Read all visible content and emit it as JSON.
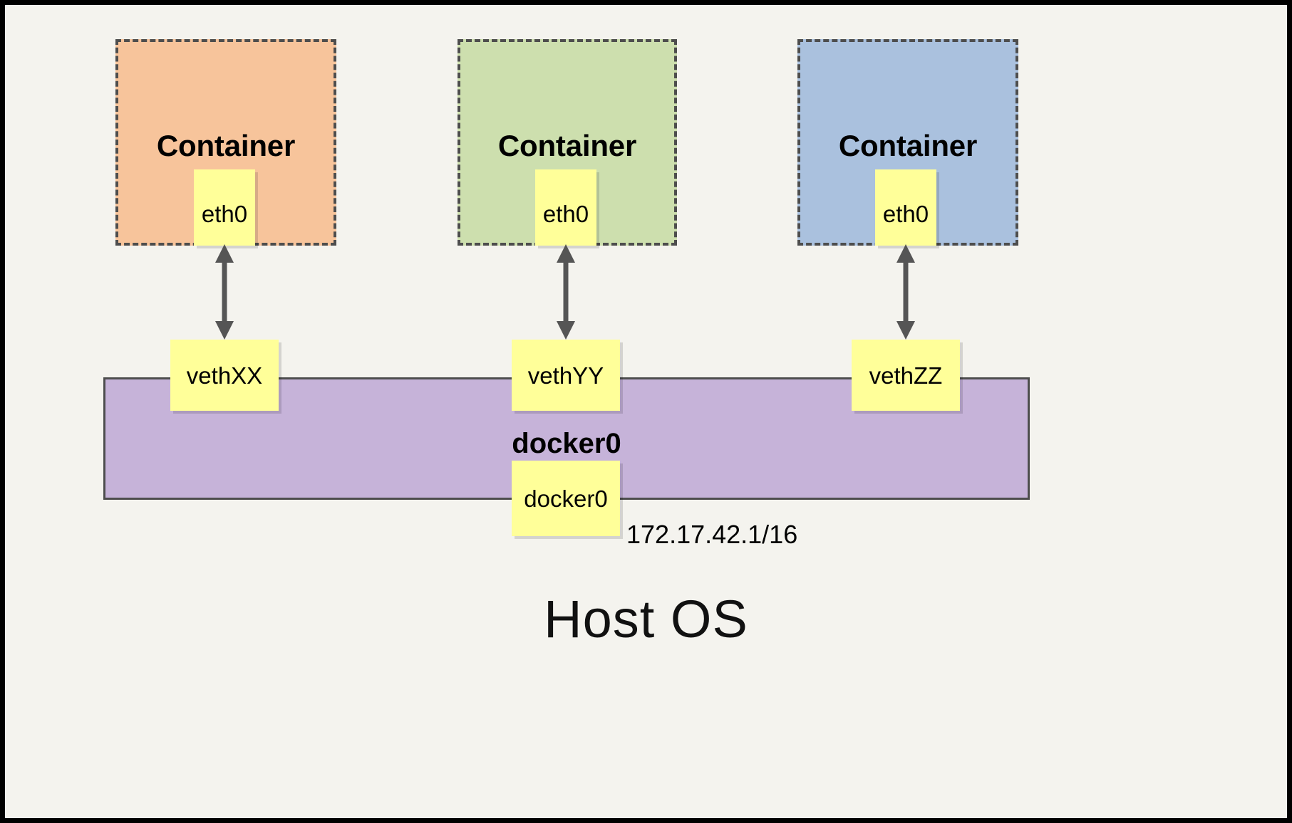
{
  "diagram": {
    "title_text": "Host OS",
    "background_color": "#f4f3ee",
    "border_color": "#000000",
    "bridge": {
      "name": "docker0",
      "label": "docker0",
      "interface_label": "docker0",
      "ip_label": "172.17.42.1/16",
      "fill_color": "#c6b3d9",
      "stroke_color": "#4d4d4d"
    },
    "containers": [
      {
        "title": "Container",
        "interface_label": "eth0",
        "fill_color": "#f7c49b",
        "stroke_color": "#4d4d4d",
        "veth_label": "vethXX"
      },
      {
        "title": "Container",
        "interface_label": "eth0",
        "fill_color": "#cddfae",
        "stroke_color": "#4d4d4d",
        "veth_label": "vethYY"
      },
      {
        "title": "Container",
        "interface_label": "eth0",
        "fill_color": "#aac1de",
        "stroke_color": "#4d4d4d",
        "veth_label": "vethZZ"
      }
    ],
    "note_fill_color": "#ffff99",
    "arrow_color": "#555555",
    "arrow_names": [
      "eth0-to-vethXX-arrow",
      "eth0-to-vethYY-arrow",
      "eth0-to-vethZZ-arrow"
    ]
  }
}
